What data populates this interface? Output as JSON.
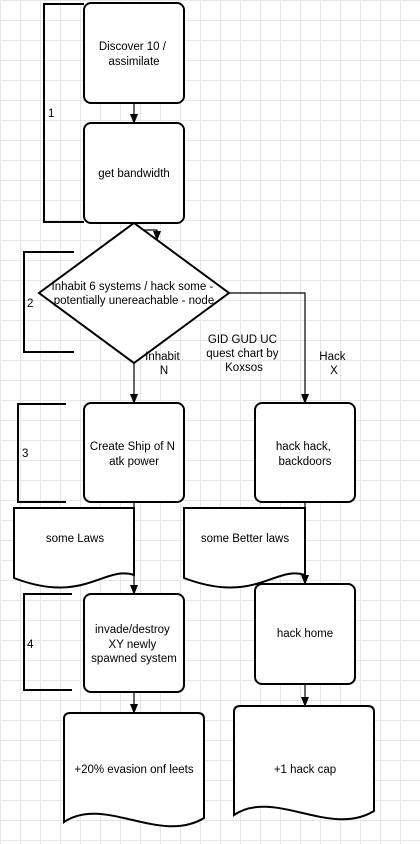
{
  "nodes": {
    "discover": [
      "Discover 10 /",
      "assimilate"
    ],
    "bandwidth": [
      "get bandwidth"
    ],
    "inhabit": [
      "Inhabit 6 systems / hack some -",
      "potentially unereachable - node"
    ],
    "ship": [
      "Create Ship of N",
      "atk power"
    ],
    "hack_backdoors": [
      "hack hack,",
      "backdoors"
    ],
    "some_laws": [
      "some Laws"
    ],
    "better_laws": [
      "some Better laws"
    ],
    "invade": [
      "invade/destroy",
      "XY newly",
      "spawned system"
    ],
    "hack_home": [
      "hack home"
    ],
    "evasion": [
      "+20% evasion onf leets"
    ],
    "hack_cap": [
      "+1 hack cap"
    ]
  },
  "edge_labels": {
    "inhabit_n": [
      "Inhabit",
      "N"
    ],
    "hack_x": [
      "Hack",
      "X"
    ]
  },
  "note": [
    "GID GUD UC",
    "quest chart by",
    "Koxsos"
  ],
  "brackets": [
    "1",
    "2",
    "3",
    "4"
  ]
}
